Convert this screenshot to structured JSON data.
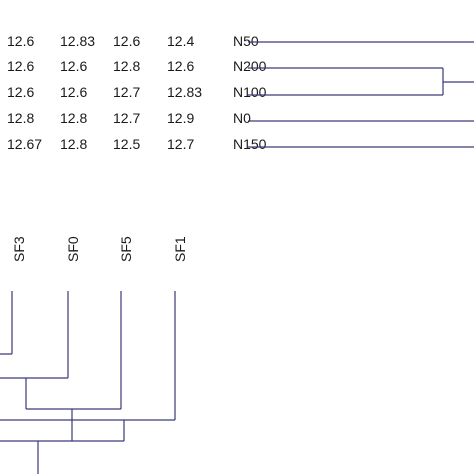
{
  "chart_data": {
    "type": "heatmap",
    "title": "",
    "xlabel": "",
    "ylabel": "",
    "columns": [
      "SF3",
      "SF0",
      "SF5",
      "SF1"
    ],
    "rows": [
      "N50",
      "N200",
      "N100",
      "N0",
      "N150"
    ],
    "values": [
      [
        "12.6",
        "12.83",
        "12.6",
        "12.4"
      ],
      [
        "12.6",
        "12.6",
        "12.8",
        "12.6"
      ],
      [
        "12.6",
        "12.6",
        "12.7",
        "12.83"
      ],
      [
        "12.8",
        "12.8",
        "12.7",
        "12.9"
      ],
      [
        "12.67",
        "12.8",
        "12.5",
        "12.7"
      ]
    ],
    "dendrogram_color": "#3a3a7a"
  }
}
